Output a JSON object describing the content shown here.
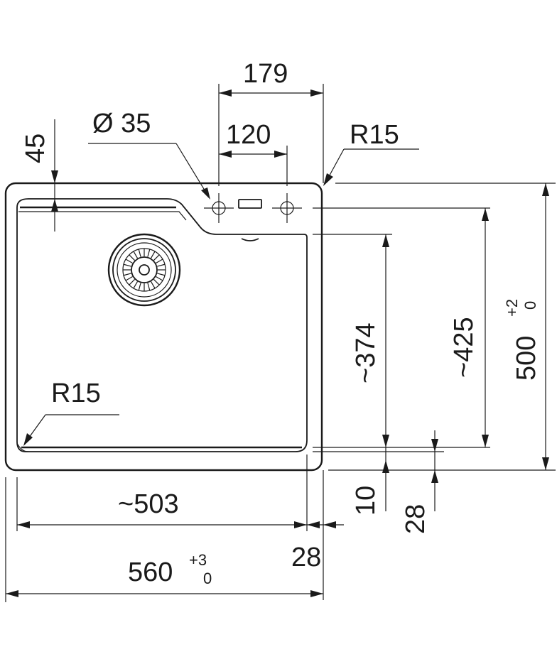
{
  "dimensions": {
    "tap_offset": "179",
    "hole_diameter": "Ø 35",
    "hole_spacing": "120",
    "top_margin": "45",
    "corner_radius_outer": "R15",
    "corner_radius_inner": "R15",
    "bowl_depth_374": "~374",
    "bowl_depth_425": "~425",
    "overall_depth": "500",
    "overall_depth_tol_upper": "+2",
    "overall_depth_tol_lower": "0",
    "bowl_width": "~503",
    "overall_width": "560",
    "overall_width_tol_upper": "+3",
    "overall_width_tol_lower": "0",
    "side_margin": "28",
    "bottom_gap_10": "10",
    "bottom_gap_28": "28"
  }
}
